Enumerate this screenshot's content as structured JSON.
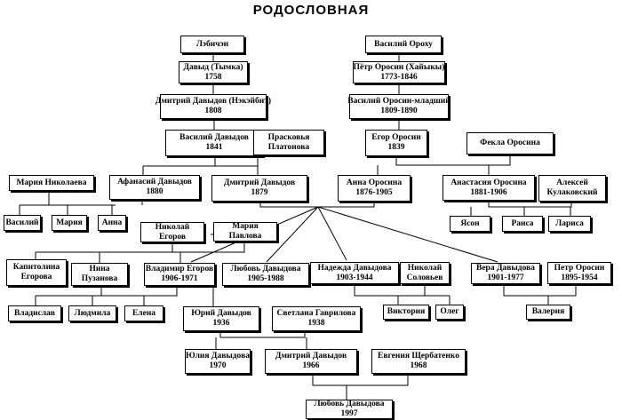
{
  "title": "РОДОСЛОВНАЯ",
  "persons": [
    {
      "id": "lebichi",
      "lines": [
        "Лэбичэн"
      ]
    },
    {
      "id": "vasiliy-orohu",
      "lines": [
        "Василий Ороху"
      ]
    },
    {
      "id": "david",
      "lines": [
        "Давыд (Тымка)",
        "1758"
      ]
    },
    {
      "id": "petr-orosin",
      "lines": [
        "Пётр Оросин (Хайыкы)",
        "1773-1846"
      ]
    },
    {
      "id": "dmitriy-1808",
      "lines": [
        "Дмитрий Давыдов (Нэкэйбит)",
        "1808"
      ]
    },
    {
      "id": "vasiliy-orosin-ml",
      "lines": [
        "Василий Оросин-младший",
        "1809-1890"
      ]
    },
    {
      "id": "vasiliy-davydov",
      "lines": [
        "Василий Давыдов",
        "1841"
      ]
    },
    {
      "id": "praskovya",
      "lines": [
        "Прасковья",
        "Платонова"
      ]
    },
    {
      "id": "egor-orosin",
      "lines": [
        "Егор Оросин",
        "1839"
      ]
    },
    {
      "id": "fekla",
      "lines": [
        "Фекла Оросина"
      ]
    },
    {
      "id": "maria-nikolaeva",
      "lines": [
        "Мария Николаева"
      ]
    },
    {
      "id": "afanasiy",
      "lines": [
        "Афанасий Давыдов",
        "1880"
      ]
    },
    {
      "id": "dmitriy-1879",
      "lines": [
        "Дмитрий Давыдов",
        "1879"
      ]
    },
    {
      "id": "anna-orosina",
      "lines": [
        "Анна Оросина",
        "1876-1905"
      ]
    },
    {
      "id": "anastasia",
      "lines": [
        "Анастасия Оросина",
        "1881-1906"
      ]
    },
    {
      "id": "aleksey",
      "lines": [
        "Алексей",
        "Кулаковский"
      ]
    },
    {
      "id": "vasiliy-child",
      "lines": [
        "Василий"
      ]
    },
    {
      "id": "maria-child",
      "lines": [
        "Мария"
      ]
    },
    {
      "id": "anna-child",
      "lines": [
        "Анна"
      ]
    },
    {
      "id": "yason",
      "lines": [
        "Ясон"
      ]
    },
    {
      "id": "raisa",
      "lines": [
        "Раиса"
      ]
    },
    {
      "id": "larisa",
      "lines": [
        "Лариса"
      ]
    },
    {
      "id": "nikolay-egorov",
      "lines": [
        "Николай",
        "Егоров"
      ]
    },
    {
      "id": "maria-pavlova",
      "lines": [
        "Мария",
        "Павлова"
      ]
    },
    {
      "id": "kapitolina",
      "lines": [
        "Капитолина",
        "Егорова"
      ]
    },
    {
      "id": "nina",
      "lines": [
        "Нина",
        "Пузанова"
      ]
    },
    {
      "id": "vladimir",
      "lines": [
        "Владимир Егоров",
        "1906-1971"
      ]
    },
    {
      "id": "lyubov-1905",
      "lines": [
        "Любовь Давыдова",
        "1905-1988"
      ]
    },
    {
      "id": "nadezhda",
      "lines": [
        "Надежда Давыдова",
        "1903-1944"
      ]
    },
    {
      "id": "nikolay-solovyev",
      "lines": [
        "Николай",
        "Соловьев"
      ]
    },
    {
      "id": "vera",
      "lines": [
        "Вера Давыдова",
        "1901-1977"
      ]
    },
    {
      "id": "petr-orosin-1895",
      "lines": [
        "Петр Оросин",
        "1895-1954"
      ]
    },
    {
      "id": "vladislav",
      "lines": [
        "Владислав"
      ]
    },
    {
      "id": "lyudmila",
      "lines": [
        "Людмила"
      ]
    },
    {
      "id": "elena",
      "lines": [
        "Елена"
      ]
    },
    {
      "id": "viktoria",
      "lines": [
        "Виктория"
      ]
    },
    {
      "id": "oleg",
      "lines": [
        "Олег"
      ]
    },
    {
      "id": "valeria",
      "lines": [
        "Валерия"
      ]
    },
    {
      "id": "yuriy",
      "lines": [
        "Юрий Давыдов",
        "1936"
      ]
    },
    {
      "id": "svetlana",
      "lines": [
        "Светлана Гаврилова",
        "1938"
      ]
    },
    {
      "id": "yulia",
      "lines": [
        "Юлия Давыдова",
        "1970"
      ]
    },
    {
      "id": "dmitriy-1966",
      "lines": [
        "Дмитрий Давыдов",
        "1966"
      ]
    },
    {
      "id": "evgenia",
      "lines": [
        "Евгения Щербатенко",
        "1968"
      ]
    },
    {
      "id": "lyubov-1997",
      "lines": [
        "Любовь Давыдова",
        "1997"
      ]
    }
  ]
}
